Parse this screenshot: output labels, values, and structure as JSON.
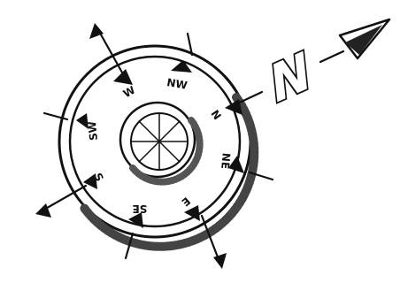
{
  "compass": {
    "north_letter": "N",
    "labels": {
      "n": "N",
      "nw": "NW",
      "w": "W",
      "sw": "SW",
      "s": "S",
      "se": "SE",
      "e": "E",
      "ne": "NE"
    }
  },
  "colors": {
    "ink": "#111111",
    "paper": "#ffffff"
  }
}
